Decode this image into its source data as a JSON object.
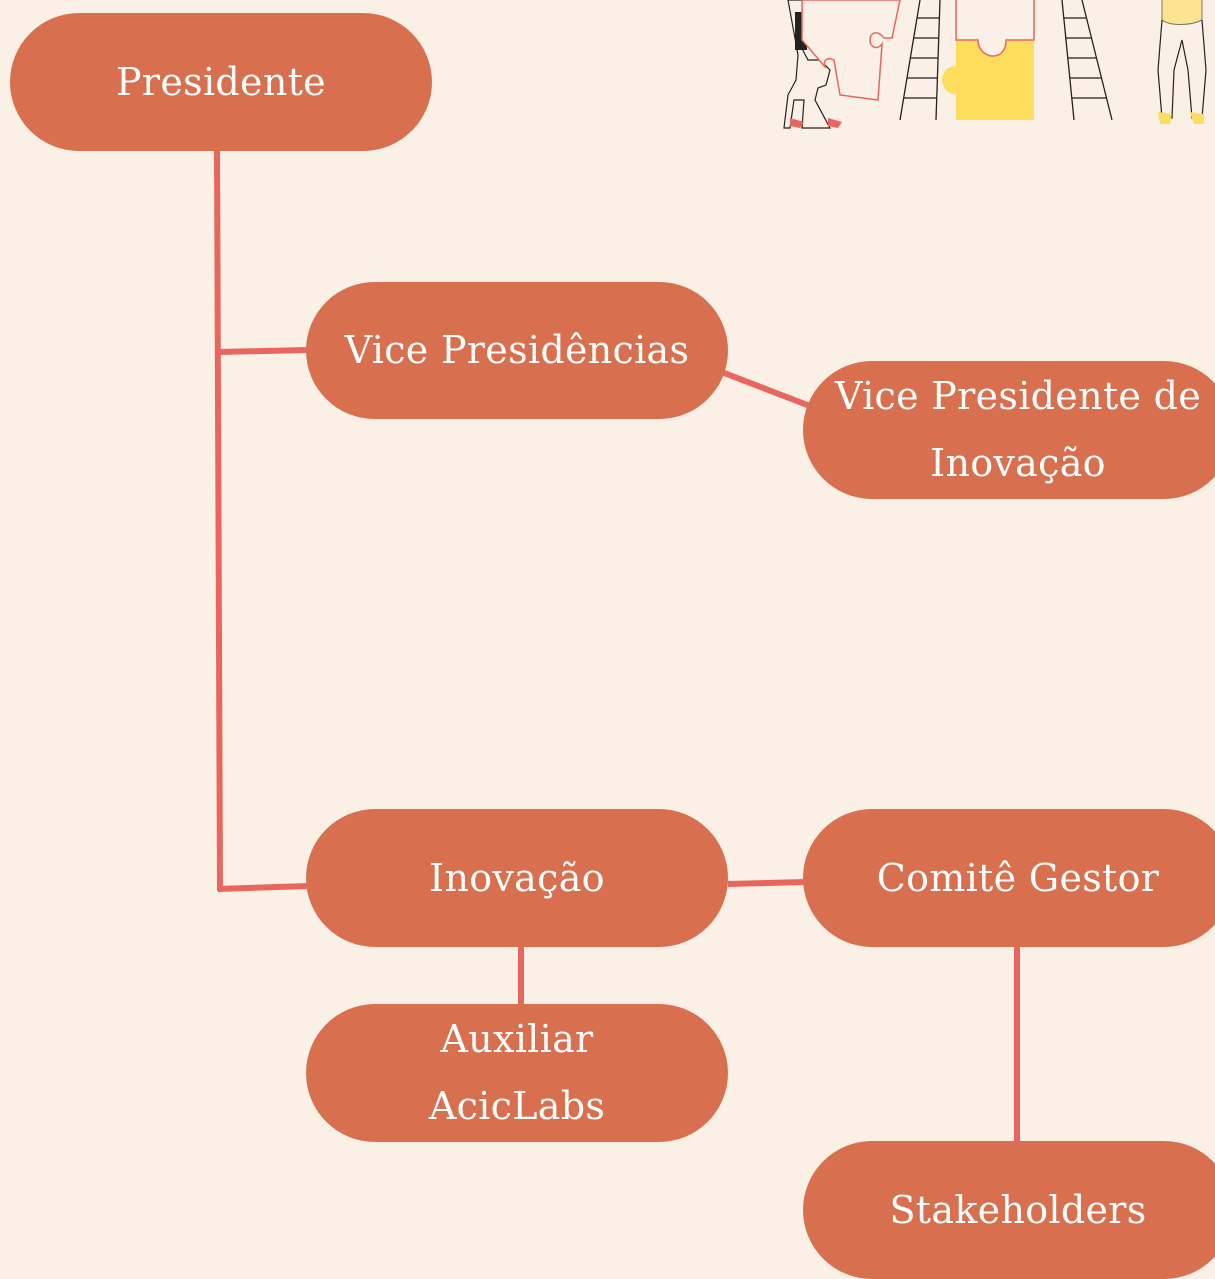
{
  "colors": {
    "background": "#FAF0E6",
    "node_fill": "#D86F4E",
    "node_text": "#FFFFFF",
    "connector": "#E8665E",
    "puzzle_yellow": "#FFDD5C"
  },
  "nodes": {
    "presidente": {
      "label": "Presidente"
    },
    "vice_presidencias": {
      "label": "Vice Presidências"
    },
    "vp_inovacao": {
      "line1": "Vice Presidente de",
      "line2": "Inovação"
    },
    "inovacao": {
      "label": "Inovação"
    },
    "comite_gestor": {
      "label": "Comitê Gestor"
    },
    "auxiliar": {
      "line1": "Auxiliar",
      "line2": "AcicLabs"
    },
    "stakeholders": {
      "label": "Stakeholders"
    }
  },
  "illustration": {
    "icon": "puzzle-ladders-people-icon"
  }
}
